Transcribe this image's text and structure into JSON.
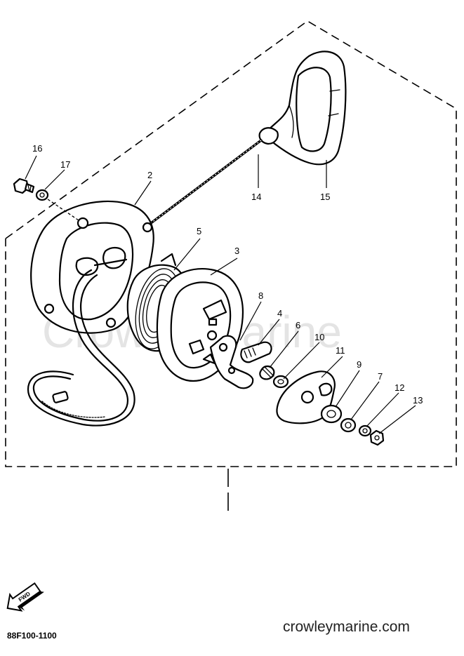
{
  "watermark": "CrowleyMarine",
  "diagram_code": "88F100-1100",
  "website": "crowleymarine.com",
  "fwd_label": "FWD",
  "callouts": [
    "16",
    "17",
    "2",
    "14",
    "15",
    "5",
    "3",
    "8",
    "4",
    "6",
    "10",
    "11",
    "9",
    "7",
    "12",
    "13"
  ]
}
